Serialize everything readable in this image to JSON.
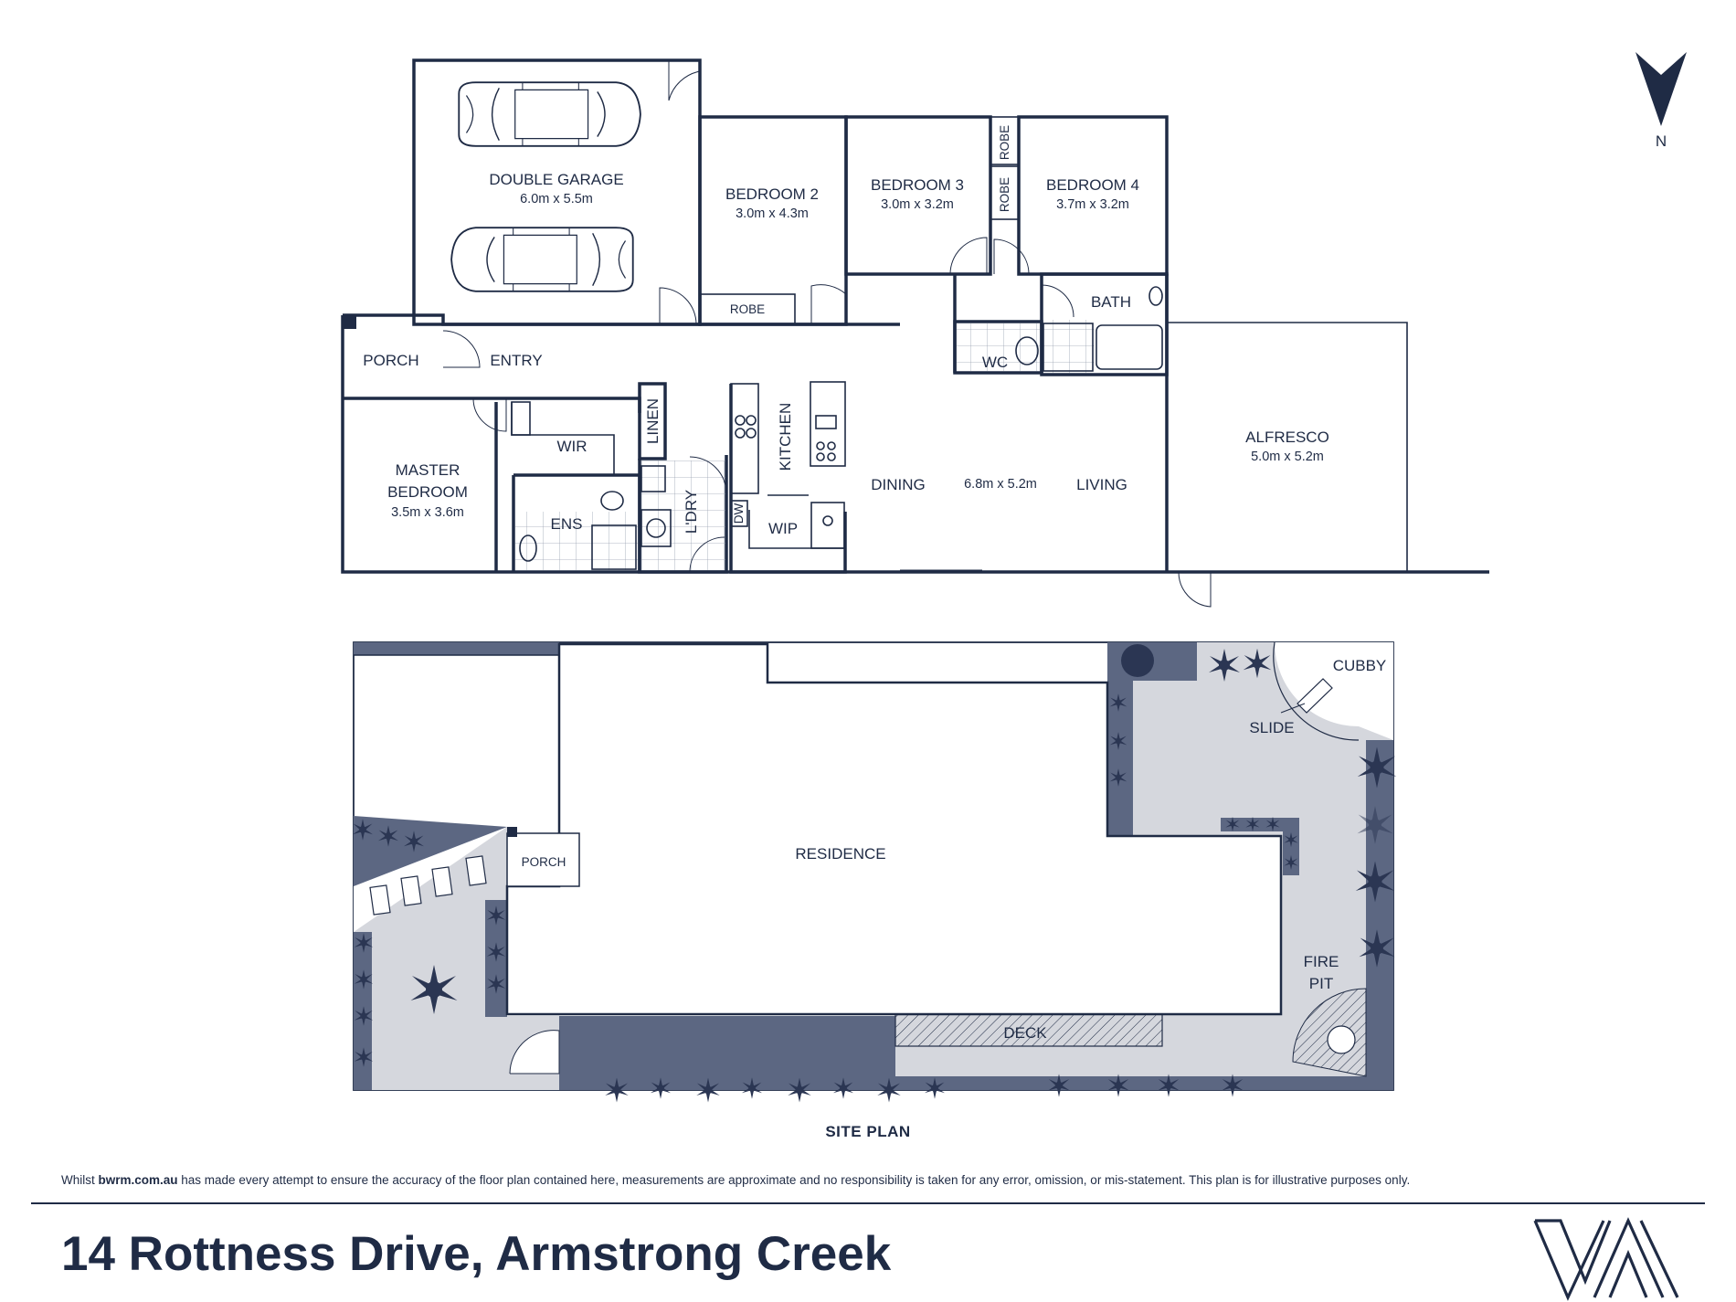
{
  "compass": {
    "label": "N"
  },
  "floor_plan": {
    "rooms": {
      "garage": {
        "name": "DOUBLE GARAGE",
        "size": "6.0m x 5.5m"
      },
      "bedroom2": {
        "name": "BEDROOM 2",
        "size": "3.0m x 4.3m"
      },
      "bedroom3": {
        "name": "BEDROOM 3",
        "size": "3.0m x 3.2m"
      },
      "bedroom4": {
        "name": "BEDROOM 4",
        "size": "3.7m x 3.2m"
      },
      "robe": "ROBE",
      "bath": "BATH",
      "wc": "WC",
      "porch": "PORCH",
      "entry": "ENTRY",
      "master_line1": "MASTER",
      "master_line2": "BEDROOM",
      "master_size": "3.5m x 3.6m",
      "wir": "WIR",
      "ens": "ENS",
      "linen": "LINEN",
      "laundry": "L'DRY",
      "kitchen": "KITCHEN",
      "dw": "DW",
      "wip": "WIP",
      "dining": "DINING",
      "living_size": "6.8m x 5.2m",
      "living": "LIVING",
      "alfresco": {
        "name": "ALFRESCO",
        "size": "5.0m x 5.2m"
      }
    }
  },
  "site_plan": {
    "title": "SITE PLAN",
    "labels": {
      "residence": "RESIDENCE",
      "porch": "PORCH",
      "cubby": "CUBBY",
      "slide": "SLIDE",
      "fire_line1": "FIRE",
      "fire_line2": "PIT",
      "deck": "DECK"
    }
  },
  "disclaimer": {
    "prefix": "Whilst ",
    "site": "bwrm.com.au",
    "text": " has made every attempt to ensure the accuracy of the floor plan contained here, measurements are approximate and no responsibility is taken for any error, omission, or mis-statement. This plan is for illustrative purposes only."
  },
  "address": "14 Rottness Drive, Armstrong Creek",
  "colors": {
    "ink": "#1f2b45",
    "slate": "#5c6782",
    "light": "#d5d7dd"
  },
  "icons": [
    "north-arrow-icon",
    "car-icon",
    "va-logo-icon",
    "plant-icon"
  ]
}
